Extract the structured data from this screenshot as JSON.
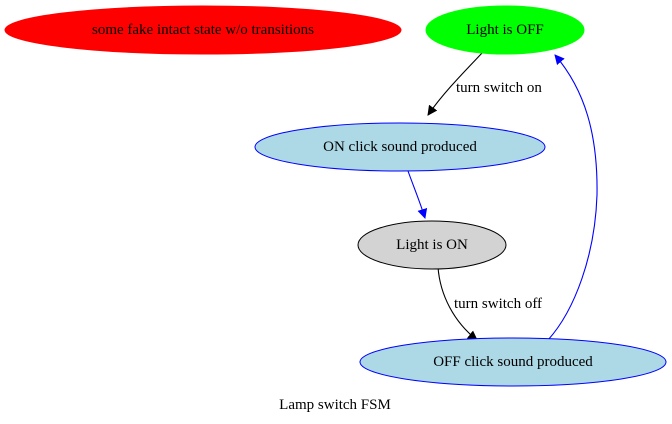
{
  "diagram": {
    "type": "state-machine",
    "caption": "Lamp switch FSM",
    "nodes": [
      {
        "id": "fake",
        "label": "some fake intact state w/o transitions",
        "fill": "#ff0000",
        "stroke": "#ff0000"
      },
      {
        "id": "off",
        "label": "Light is OFF",
        "fill": "#00ff00",
        "stroke": "#00ff00"
      },
      {
        "id": "on_click",
        "label": "ON click sound produced",
        "fill": "#add8e6",
        "stroke": "#0000ff"
      },
      {
        "id": "on",
        "label": "Light is ON",
        "fill": "#d3d3d3",
        "stroke": "#000000"
      },
      {
        "id": "off_click",
        "label": "OFF click sound produced",
        "fill": "#add8e6",
        "stroke": "#0000ff"
      }
    ],
    "edges": [
      {
        "from": "off",
        "to": "on_click",
        "label": "turn switch on",
        "color": "#000000"
      },
      {
        "from": "on_click",
        "to": "on",
        "label": "",
        "color": "#0000ff"
      },
      {
        "from": "on",
        "to": "off_click",
        "label": "turn switch off",
        "color": "#000000"
      },
      {
        "from": "off_click",
        "to": "off",
        "label": "",
        "color": "#0000ff"
      }
    ]
  }
}
